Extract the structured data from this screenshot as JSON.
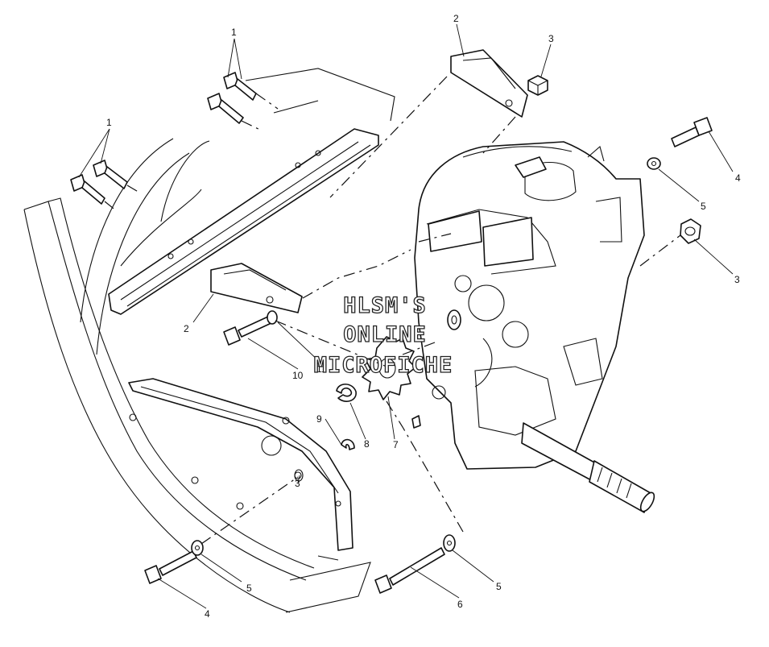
{
  "watermark": {
    "line1": "HLSM'S",
    "line2": "ONLINE",
    "line3": "MICROFICHE"
  },
  "callouts": [
    {
      "id": "callout-1-top",
      "number": "1"
    },
    {
      "id": "callout-1-left",
      "number": "1"
    },
    {
      "id": "callout-2-top",
      "number": "2"
    },
    {
      "id": "callout-3-top",
      "number": "3"
    },
    {
      "id": "callout-4-right",
      "number": "4"
    },
    {
      "id": "callout-5-right",
      "number": "5"
    },
    {
      "id": "callout-3-right",
      "number": "3"
    },
    {
      "id": "callout-2-left",
      "number": "2"
    },
    {
      "id": "callout-10",
      "number": "10"
    },
    {
      "id": "callout-11",
      "number": "11"
    },
    {
      "id": "callout-9",
      "number": "9"
    },
    {
      "id": "callout-8",
      "number": "8"
    },
    {
      "id": "callout-7",
      "number": "7"
    },
    {
      "id": "callout-3-plate",
      "number": "3"
    },
    {
      "id": "callout-5-bottom-left",
      "number": "5"
    },
    {
      "id": "callout-4-bottom-left",
      "number": "4"
    },
    {
      "id": "callout-5-bottom-right",
      "number": "5"
    },
    {
      "id": "callout-6",
      "number": "6"
    }
  ]
}
